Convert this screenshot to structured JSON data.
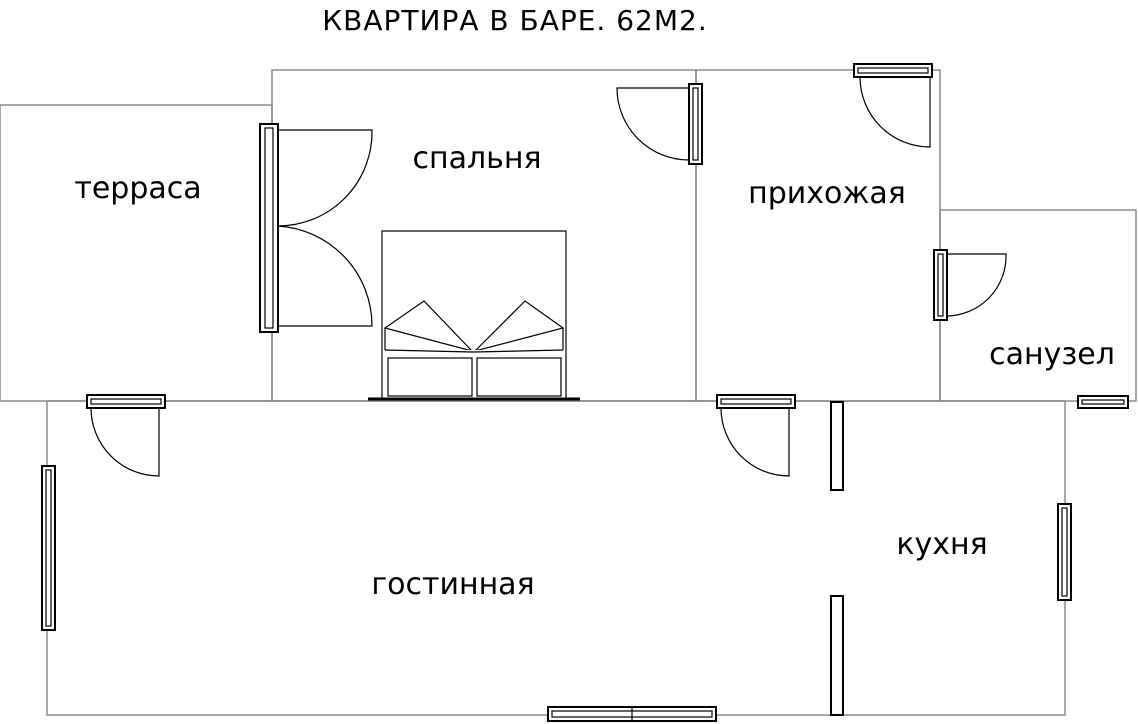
{
  "title": "КВАРТИРА В БАРЕ. 62М2.",
  "rooms": {
    "terrace": "терраса",
    "bedroom": "спальня",
    "hallway": "прихожая",
    "bathroom": "санузел",
    "kitchen": "кухня",
    "living_room": "гостинная"
  },
  "colors": {
    "wall": "#8a8a8a",
    "ink": "#000000",
    "background": "#ffffff"
  }
}
